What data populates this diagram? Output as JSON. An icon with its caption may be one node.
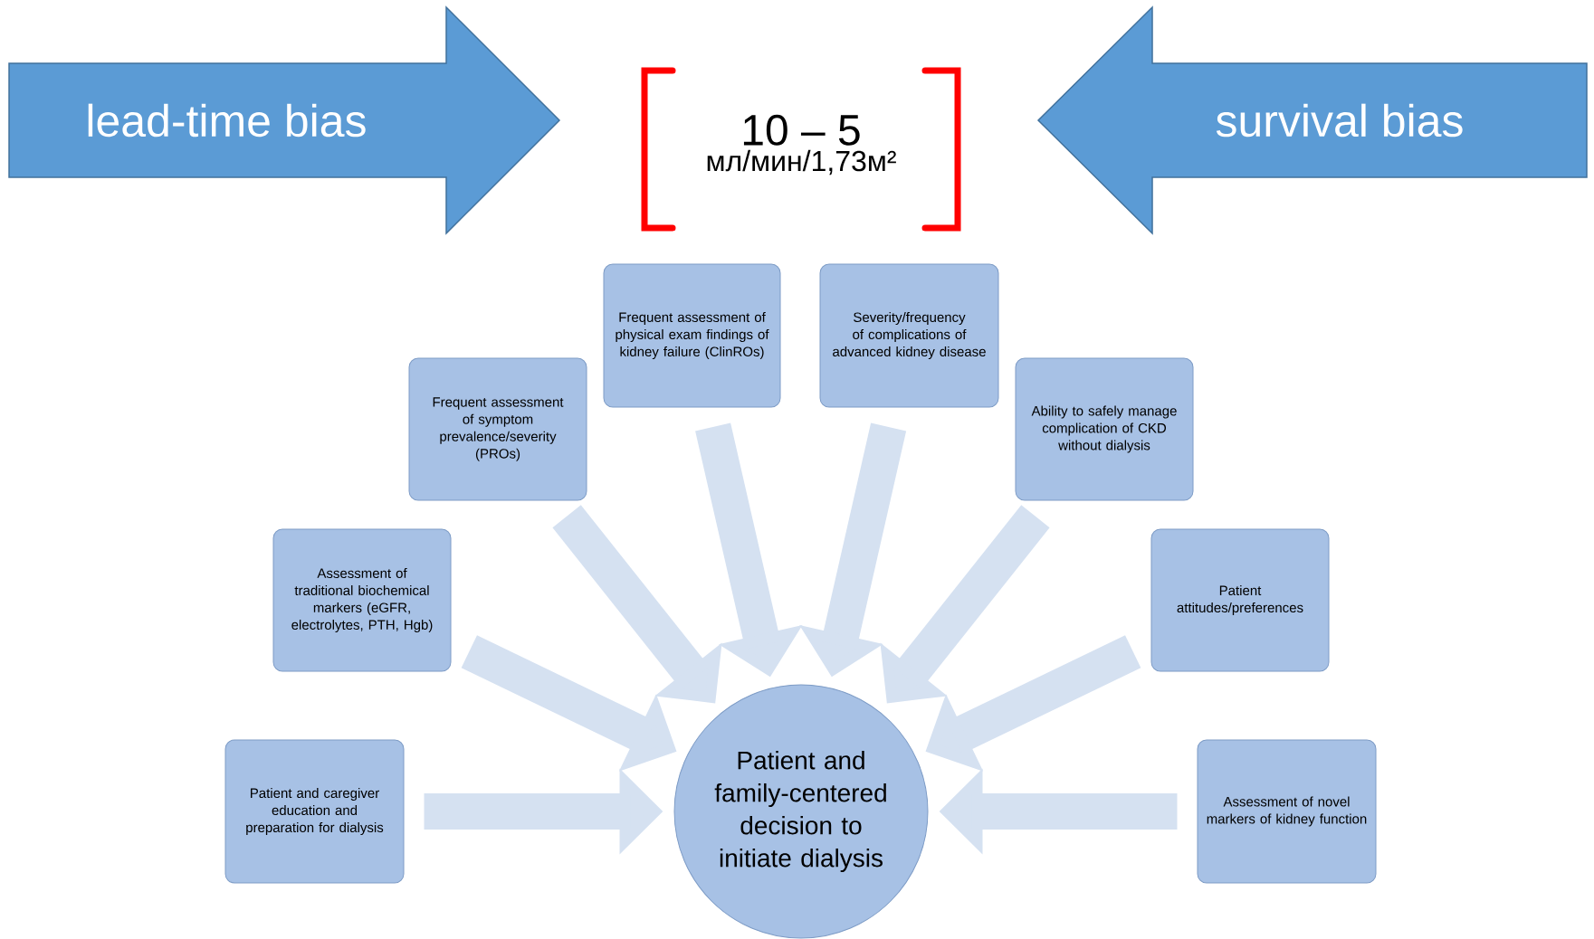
{
  "diagram": {
    "nodes": [
      {
        "text": [
          "lead-time bias"
        ]
      },
      {
        "text": [
          "survival bias"
        ]
      },
      {
        "text": [
          "10 – 5",
          "мл/мин/1,73м²"
        ]
      },
      {
        "text": [
          "Frequent assessment of physical exam findings of kidney failure (ClinROs)"
        ]
      },
      {
        "text": [
          "Severity/frequency of complications of advanced kidney disease"
        ]
      },
      {
        "text": [
          "Frequent assessment of symptom prevalence/severity (PROs)"
        ]
      },
      {
        "text": [
          "Ability to safely manage complication of CKD without dialysis"
        ]
      },
      {
        "text": [
          "Assessment of traditional biochemical markers (eGFR, electrolytes, PTH, Hgb)"
        ]
      },
      {
        "text": [
          "Patient attitudes/preferences"
        ]
      },
      {
        "text": [
          "Patient and caregiver education and preparation for dialysis"
        ]
      },
      {
        "text": [
          "Assessment of novel markers of kidney function"
        ]
      },
      {
        "text": [
          "Patient and family-centered decision to initiate dialysis"
        ]
      }
    ],
    "edges": [
      {
        "from": 9,
        "to": 11,
        "arrow": "to"
      },
      {
        "from": 7,
        "to": 11,
        "arrow": "to"
      },
      {
        "from": 5,
        "to": 11,
        "arrow": "to"
      },
      {
        "from": 3,
        "to": 11,
        "arrow": "to"
      },
      {
        "from": 4,
        "to": 11,
        "arrow": "to"
      },
      {
        "from": 6,
        "to": 11,
        "arrow": "to"
      },
      {
        "from": 8,
        "to": 11,
        "arrow": "to"
      },
      {
        "from": 10,
        "to": 11,
        "arrow": "to"
      }
    ]
  }
}
